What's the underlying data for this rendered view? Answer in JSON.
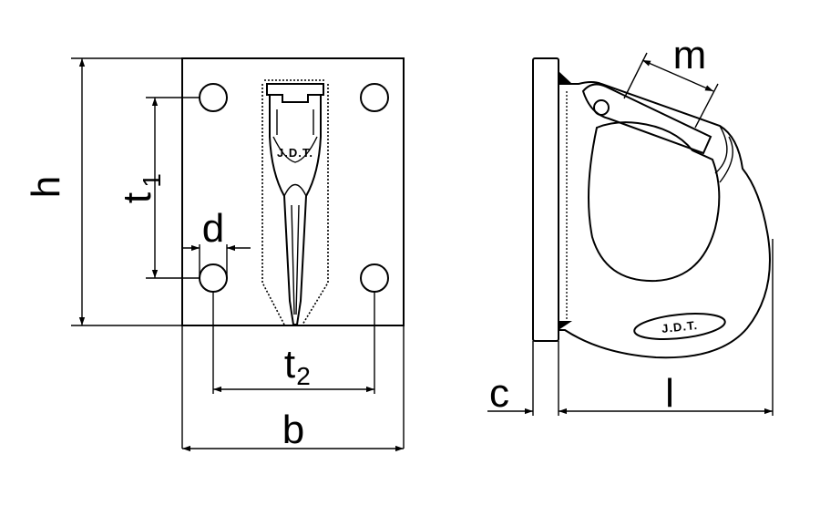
{
  "diagram": {
    "labels": {
      "h": "h",
      "t1_main": "t",
      "t1_sub": "1",
      "d": "d",
      "t2_main": "t",
      "t2_sub": "2",
      "b": "b",
      "c": "c",
      "l": "l",
      "m": "m"
    },
    "brand_front": "J.D.T.",
    "brand_side": "J.D.T."
  }
}
